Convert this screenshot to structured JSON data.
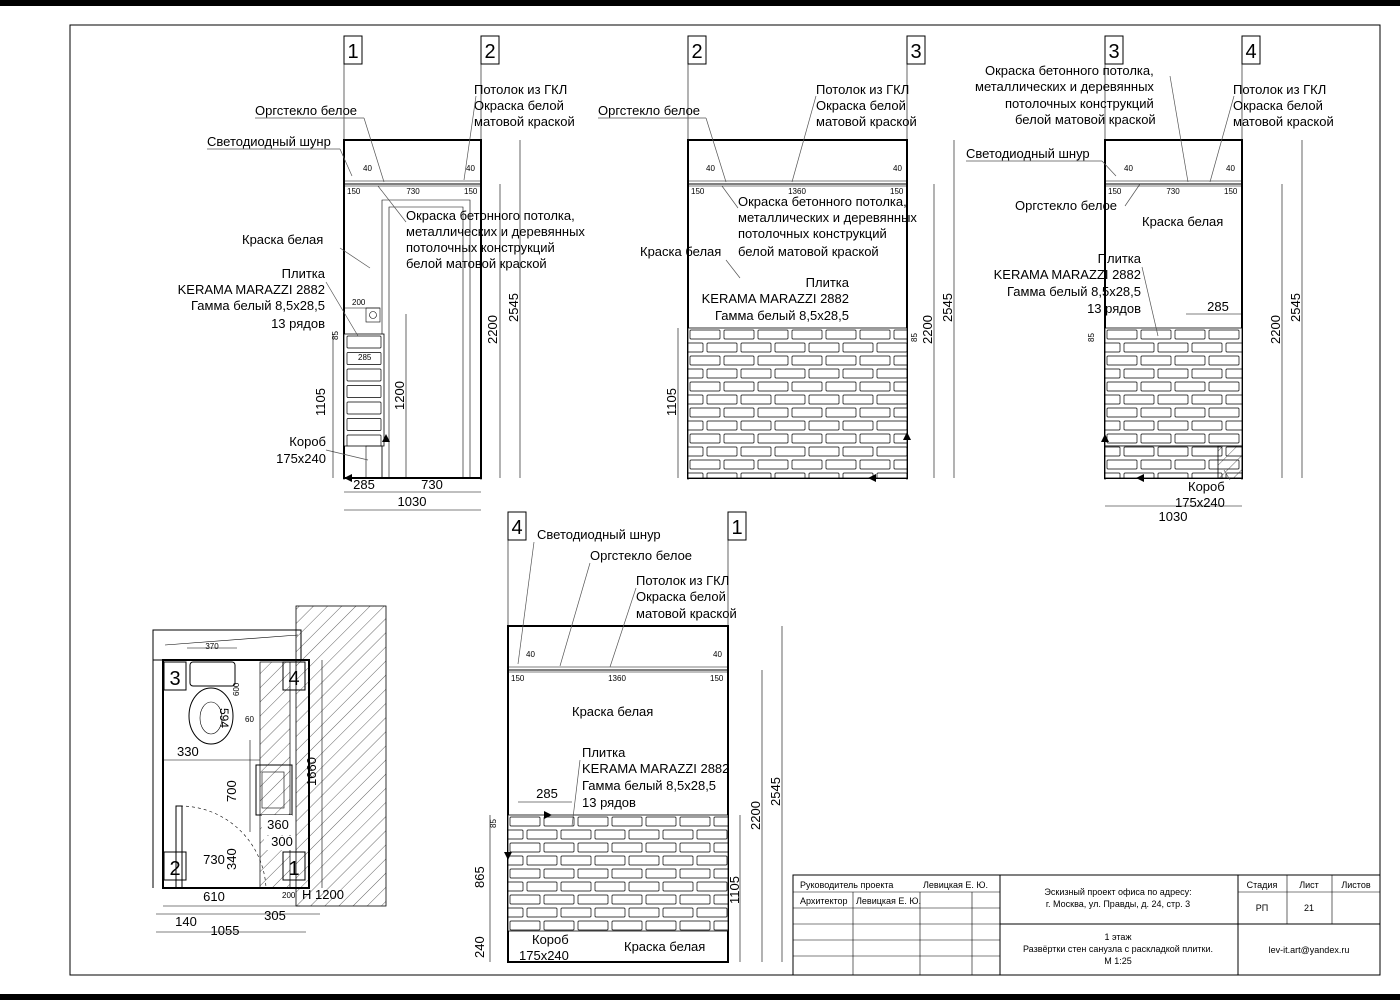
{
  "elev1": {
    "ax_left": "1",
    "ax_right": "2",
    "n_lc": "Потолок из ГКЛ",
    "n_pt1": "Окраска  белой",
    "n_pt2": "матовой краской",
    "n_org": "Оргстекло белое",
    "n_led": "Светодиодный шунр",
    "n_conc": [
      "Окраска бетонного потолка,",
      "металлических и деревянных",
      "потолочных конструкций",
      "белой матовой краской"
    ],
    "n_paint": "Краска белая",
    "n_tile": [
      "Плитка",
      "KERAMA MARAZZI 2882",
      "Гамма белый 8,5x28,5",
      "13 рядов"
    ],
    "n_box": [
      "Короб",
      "175x240"
    ],
    "d_40a": "40",
    "d_40b": "40",
    "d_150a": "150",
    "d_730": "730",
    "d_150b": "150",
    "d_200": "200",
    "d_85": "85",
    "d_285": "285",
    "d_1105": "1105",
    "d_1200": "1200",
    "d_2200": "2200",
    "d_2545": "2545",
    "d_b285": "285",
    "d_b730": "730",
    "d_1030": "1030"
  },
  "elev2": {
    "ax_left": "2",
    "ax_right": "3",
    "n_lc": "Потолок из ГКЛ",
    "n_pt1": "Окраска  белой",
    "n_pt2": "матовой краской",
    "n_org": "Оргстекло белое",
    "n_conc": [
      "Окраска бетонного потолка,",
      "металлических и деревянных",
      "потолочных конструкций",
      "белой матовой краской"
    ],
    "n_paint": "Краска белая",
    "n_tile": [
      "Плитка",
      "KERAMA MARAZZI 2882",
      "Гамма белый 8,5x28,5"
    ],
    "d_40a": "40",
    "d_40b": "40",
    "d_150a": "150",
    "d_1360": "1360",
    "d_150b": "150",
    "d_85": "85",
    "d_1105": "1105",
    "d_2200": "2200",
    "d_2545": "2545"
  },
  "elev3": {
    "ax_left": "3",
    "ax_right": "4",
    "n_conc": [
      "Окраска бетонного потолка,",
      "металлических и деревянных",
      "потолочных конструкций",
      "белой матовой краской"
    ],
    "n_lc": "Потолок из ГКЛ",
    "n_pt1": "Окраска  белой",
    "n_pt2": "матовой краской",
    "n_led": "Светодиодный шнур",
    "n_org": "Оргстекло белое",
    "n_paint": "Краска белая",
    "n_tile": [
      "Плитка",
      "KERAMA MARAZZI 2882",
      "Гамма белый 8,5x28,5",
      "13 рядов"
    ],
    "n_box": [
      "Короб",
      "175x240"
    ],
    "d_40a": "40",
    "d_40b": "40",
    "d_150a": "150",
    "d_730": "730",
    "d_150b": "150",
    "d_285": "285",
    "d_85": "85",
    "d_2200": "2200",
    "d_2545": "2545",
    "d_1030": "1030"
  },
  "elev4": {
    "ax_left": "4",
    "ax_right": "1",
    "n_led": "Светодиодный шнур",
    "n_org": "Оргстекло белое",
    "n_lc": "Потолок из ГКЛ",
    "n_pt1": "Окраска  белой",
    "n_pt2": "матовой краской",
    "n_paint": "Краска белая",
    "n_tile": [
      "Плитка",
      "KERAMA MARAZZI 2882",
      "Гамма белый 8,5x28,5",
      "13 рядов"
    ],
    "n_box": [
      "Короб",
      "175x240"
    ],
    "n_paint2": "Краска белая",
    "d_40a": "40",
    "d_40b": "40",
    "d_150a": "150",
    "d_1360": "1360",
    "d_150b": "150",
    "d_285": "285",
    "d_85": "85",
    "d_865": "865",
    "d_240": "240",
    "d_2200": "2200",
    "d_1105": "1105",
    "d_2545": "2545"
  },
  "plan": {
    "d_370": "370",
    "ax3": "3",
    "ax4": "4",
    "ax2": "2",
    "ax1": "1",
    "d_594": "594",
    "d_600": "600",
    "d_60": "60",
    "d_330": "330",
    "d_700": "700",
    "d_1660": "1660",
    "d_360": "360",
    "d_300": "300",
    "d_730": "730",
    "d_340": "340",
    "d_200": "200",
    "d_h1200": "Н 1200",
    "d_610": "610",
    "d_140": "140",
    "d_305": "305",
    "d_1055": "1055"
  },
  "stamp": {
    "r1_role": "Руководитель проекта",
    "r1_name": "Левицкая Е. Ю.",
    "r2_role": "Архитектор",
    "r2_name": "Левицкая Е. Ю.",
    "project": [
      "Эскизный проект офиса по адресу:",
      "г. Москва, ул. Правды, д. 24, стр. 3"
    ],
    "sheet_title": [
      "1 этаж",
      "Развёртки стен санузла с раскладкой плитки.",
      "М 1:25"
    ],
    "h_stage": "Стадия",
    "h_sheet": "Лист",
    "h_sheets": "Листов",
    "v_stage": "РП",
    "v_sheet": "21",
    "email": "lev-it.art@yandex.ru"
  }
}
